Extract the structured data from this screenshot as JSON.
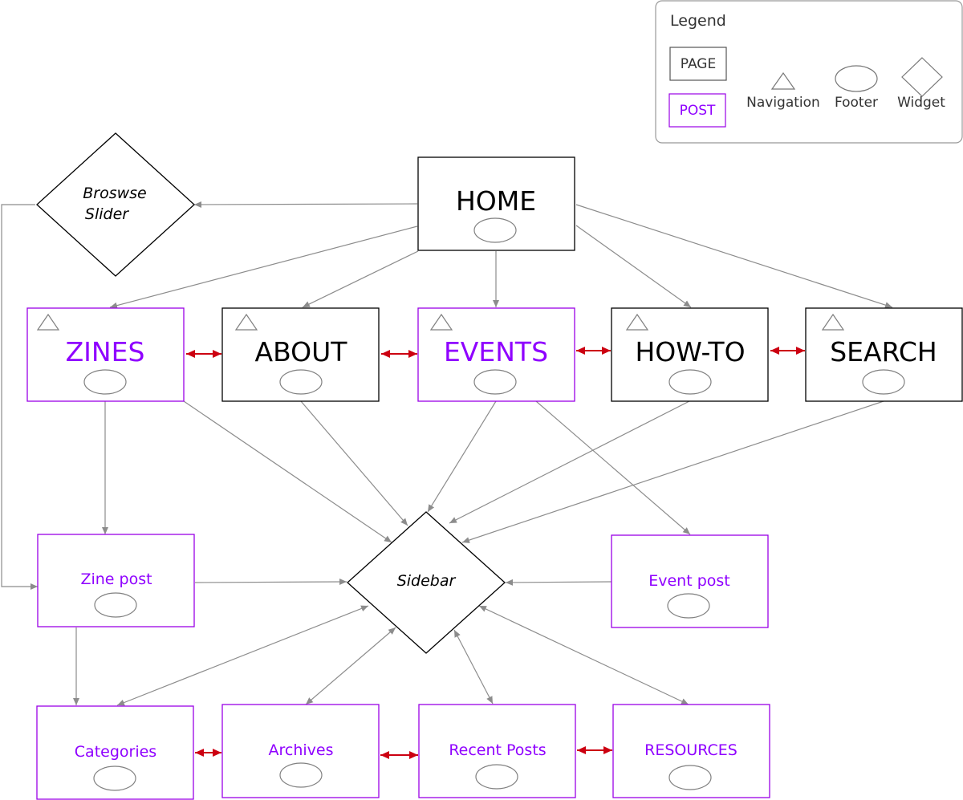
{
  "colors": {
    "page_border": "#000000",
    "post_border": "#9a00e6",
    "post_text": "#8f00ff",
    "page_text": "#000000",
    "footer_stroke": "#808080",
    "nav_stroke": "#808080",
    "arrow_gray": "#8c8c8c",
    "arrow_red": "#cc0011",
    "legend_border": "#999999",
    "legend_text": "#333333"
  },
  "legend": {
    "title": "Legend",
    "page_label": "PAGE",
    "post_label": "POST",
    "navigation_label": "Navigation",
    "footer_label": "Footer",
    "widget_label": "Widget"
  },
  "nodes": {
    "home": {
      "label": "HOME",
      "kind": "page",
      "footer": true,
      "nav": false
    },
    "zines": {
      "label": "ZINES",
      "kind": "post",
      "footer": true,
      "nav": true
    },
    "about": {
      "label": "ABOUT",
      "kind": "page",
      "footer": true,
      "nav": true
    },
    "events": {
      "label": "EVENTS",
      "kind": "post",
      "footer": true,
      "nav": true
    },
    "howto": {
      "label": "HOW-TO",
      "kind": "page",
      "footer": true,
      "nav": true
    },
    "search": {
      "label": "SEARCH",
      "kind": "page",
      "footer": true,
      "nav": true
    },
    "zinepost": {
      "label": "Zine post",
      "kind": "post",
      "footer": true,
      "nav": false
    },
    "eventpost": {
      "label": "Event post",
      "kind": "post",
      "footer": true,
      "nav": false
    },
    "categories": {
      "label": "Categories",
      "kind": "post",
      "footer": true,
      "nav": false
    },
    "archives": {
      "label": "Archives",
      "kind": "post",
      "footer": true,
      "nav": false
    },
    "recent": {
      "label": "Recent Posts",
      "kind": "post",
      "footer": true,
      "nav": false
    },
    "resources": {
      "label": "RESOURCES",
      "kind": "post",
      "footer": true,
      "nav": false
    }
  },
  "widgets": {
    "browse": {
      "label_line1": "Broswse",
      "label_line2": "Slider"
    },
    "sidebar": {
      "label": "Sidebar"
    }
  },
  "edges": [
    {
      "from": "home",
      "to": "browse",
      "style": "gray"
    },
    {
      "from": "home",
      "to": "zines",
      "style": "gray"
    },
    {
      "from": "home",
      "to": "about",
      "style": "gray"
    },
    {
      "from": "home",
      "to": "events",
      "style": "gray"
    },
    {
      "from": "home",
      "to": "howto",
      "style": "gray"
    },
    {
      "from": "home",
      "to": "search",
      "style": "gray"
    },
    {
      "from": "zines",
      "to": "about",
      "style": "red-bidirectional"
    },
    {
      "from": "about",
      "to": "events",
      "style": "red-bidirectional"
    },
    {
      "from": "events",
      "to": "howto",
      "style": "red-bidirectional"
    },
    {
      "from": "howto",
      "to": "search",
      "style": "red-bidirectional"
    },
    {
      "from": "zines",
      "to": "zinepost",
      "style": "gray"
    },
    {
      "from": "zines",
      "to": "sidebar",
      "style": "gray"
    },
    {
      "from": "about",
      "to": "sidebar",
      "style": "gray"
    },
    {
      "from": "events",
      "to": "sidebar",
      "style": "gray"
    },
    {
      "from": "events",
      "to": "eventpost",
      "style": "gray"
    },
    {
      "from": "howto",
      "to": "sidebar",
      "style": "gray"
    },
    {
      "from": "search",
      "to": "sidebar",
      "style": "gray"
    },
    {
      "from": "browse",
      "to": "zinepost",
      "style": "gray-elbow"
    },
    {
      "from": "zinepost",
      "to": "sidebar",
      "style": "gray"
    },
    {
      "from": "eventpost",
      "to": "sidebar",
      "style": "gray"
    },
    {
      "from": "zinepost",
      "to": "categories",
      "style": "gray"
    },
    {
      "from": "sidebar",
      "to": "categories",
      "style": "gray-bidirectional"
    },
    {
      "from": "sidebar",
      "to": "archives",
      "style": "gray-bidirectional"
    },
    {
      "from": "sidebar",
      "to": "recent",
      "style": "gray-bidirectional"
    },
    {
      "from": "sidebar",
      "to": "resources",
      "style": "gray-bidirectional"
    },
    {
      "from": "categories",
      "to": "archives",
      "style": "red-bidirectional"
    },
    {
      "from": "archives",
      "to": "recent",
      "style": "red-bidirectional"
    },
    {
      "from": "recent",
      "to": "resources",
      "style": "red-bidirectional"
    }
  ]
}
